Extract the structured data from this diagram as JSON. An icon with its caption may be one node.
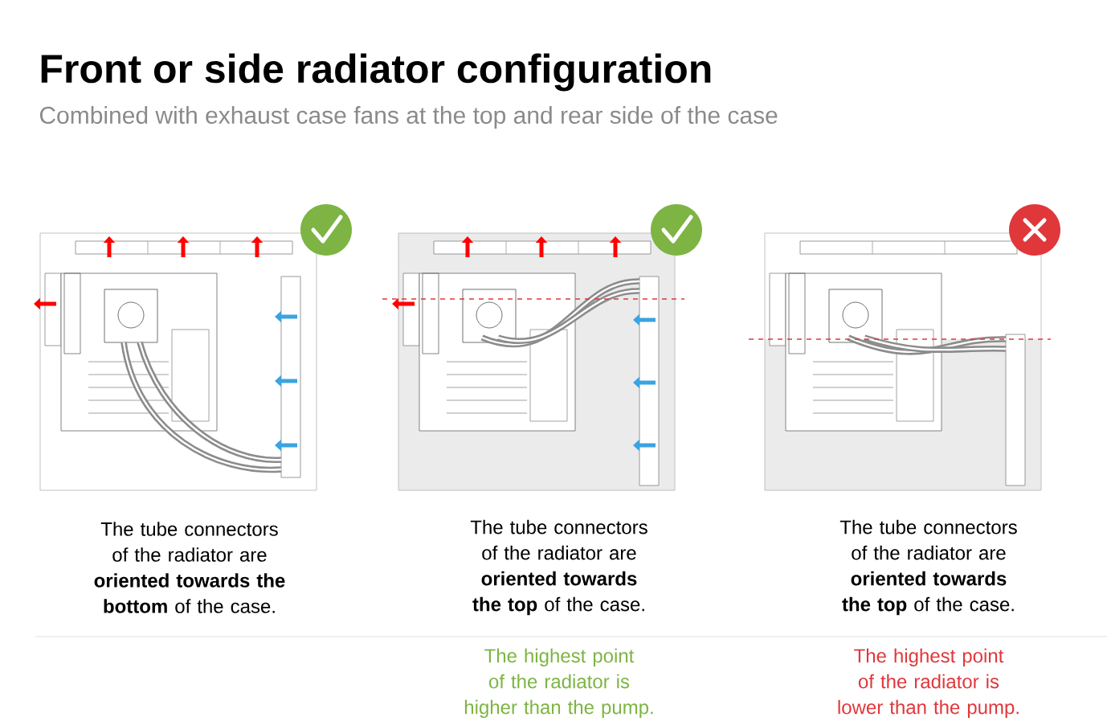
{
  "diagram": {
    "title": "Front or side radiator configuration",
    "labels": [
      "Combined with exhaust case fans at the top and rear side of the case",
      "The tube connectors of the radiator are **oriented towards the bottom** of the case.",
      "The tube connectors of the radiator are **oriented towards the top** of the case.",
      "The tube connectors of the radiator are **oriented towards the top** of the case.",
      "The highest point of the radiator is higher than the pump.",
      "The highest point of the radiator is lower than the pump."
    ]
  }
}
